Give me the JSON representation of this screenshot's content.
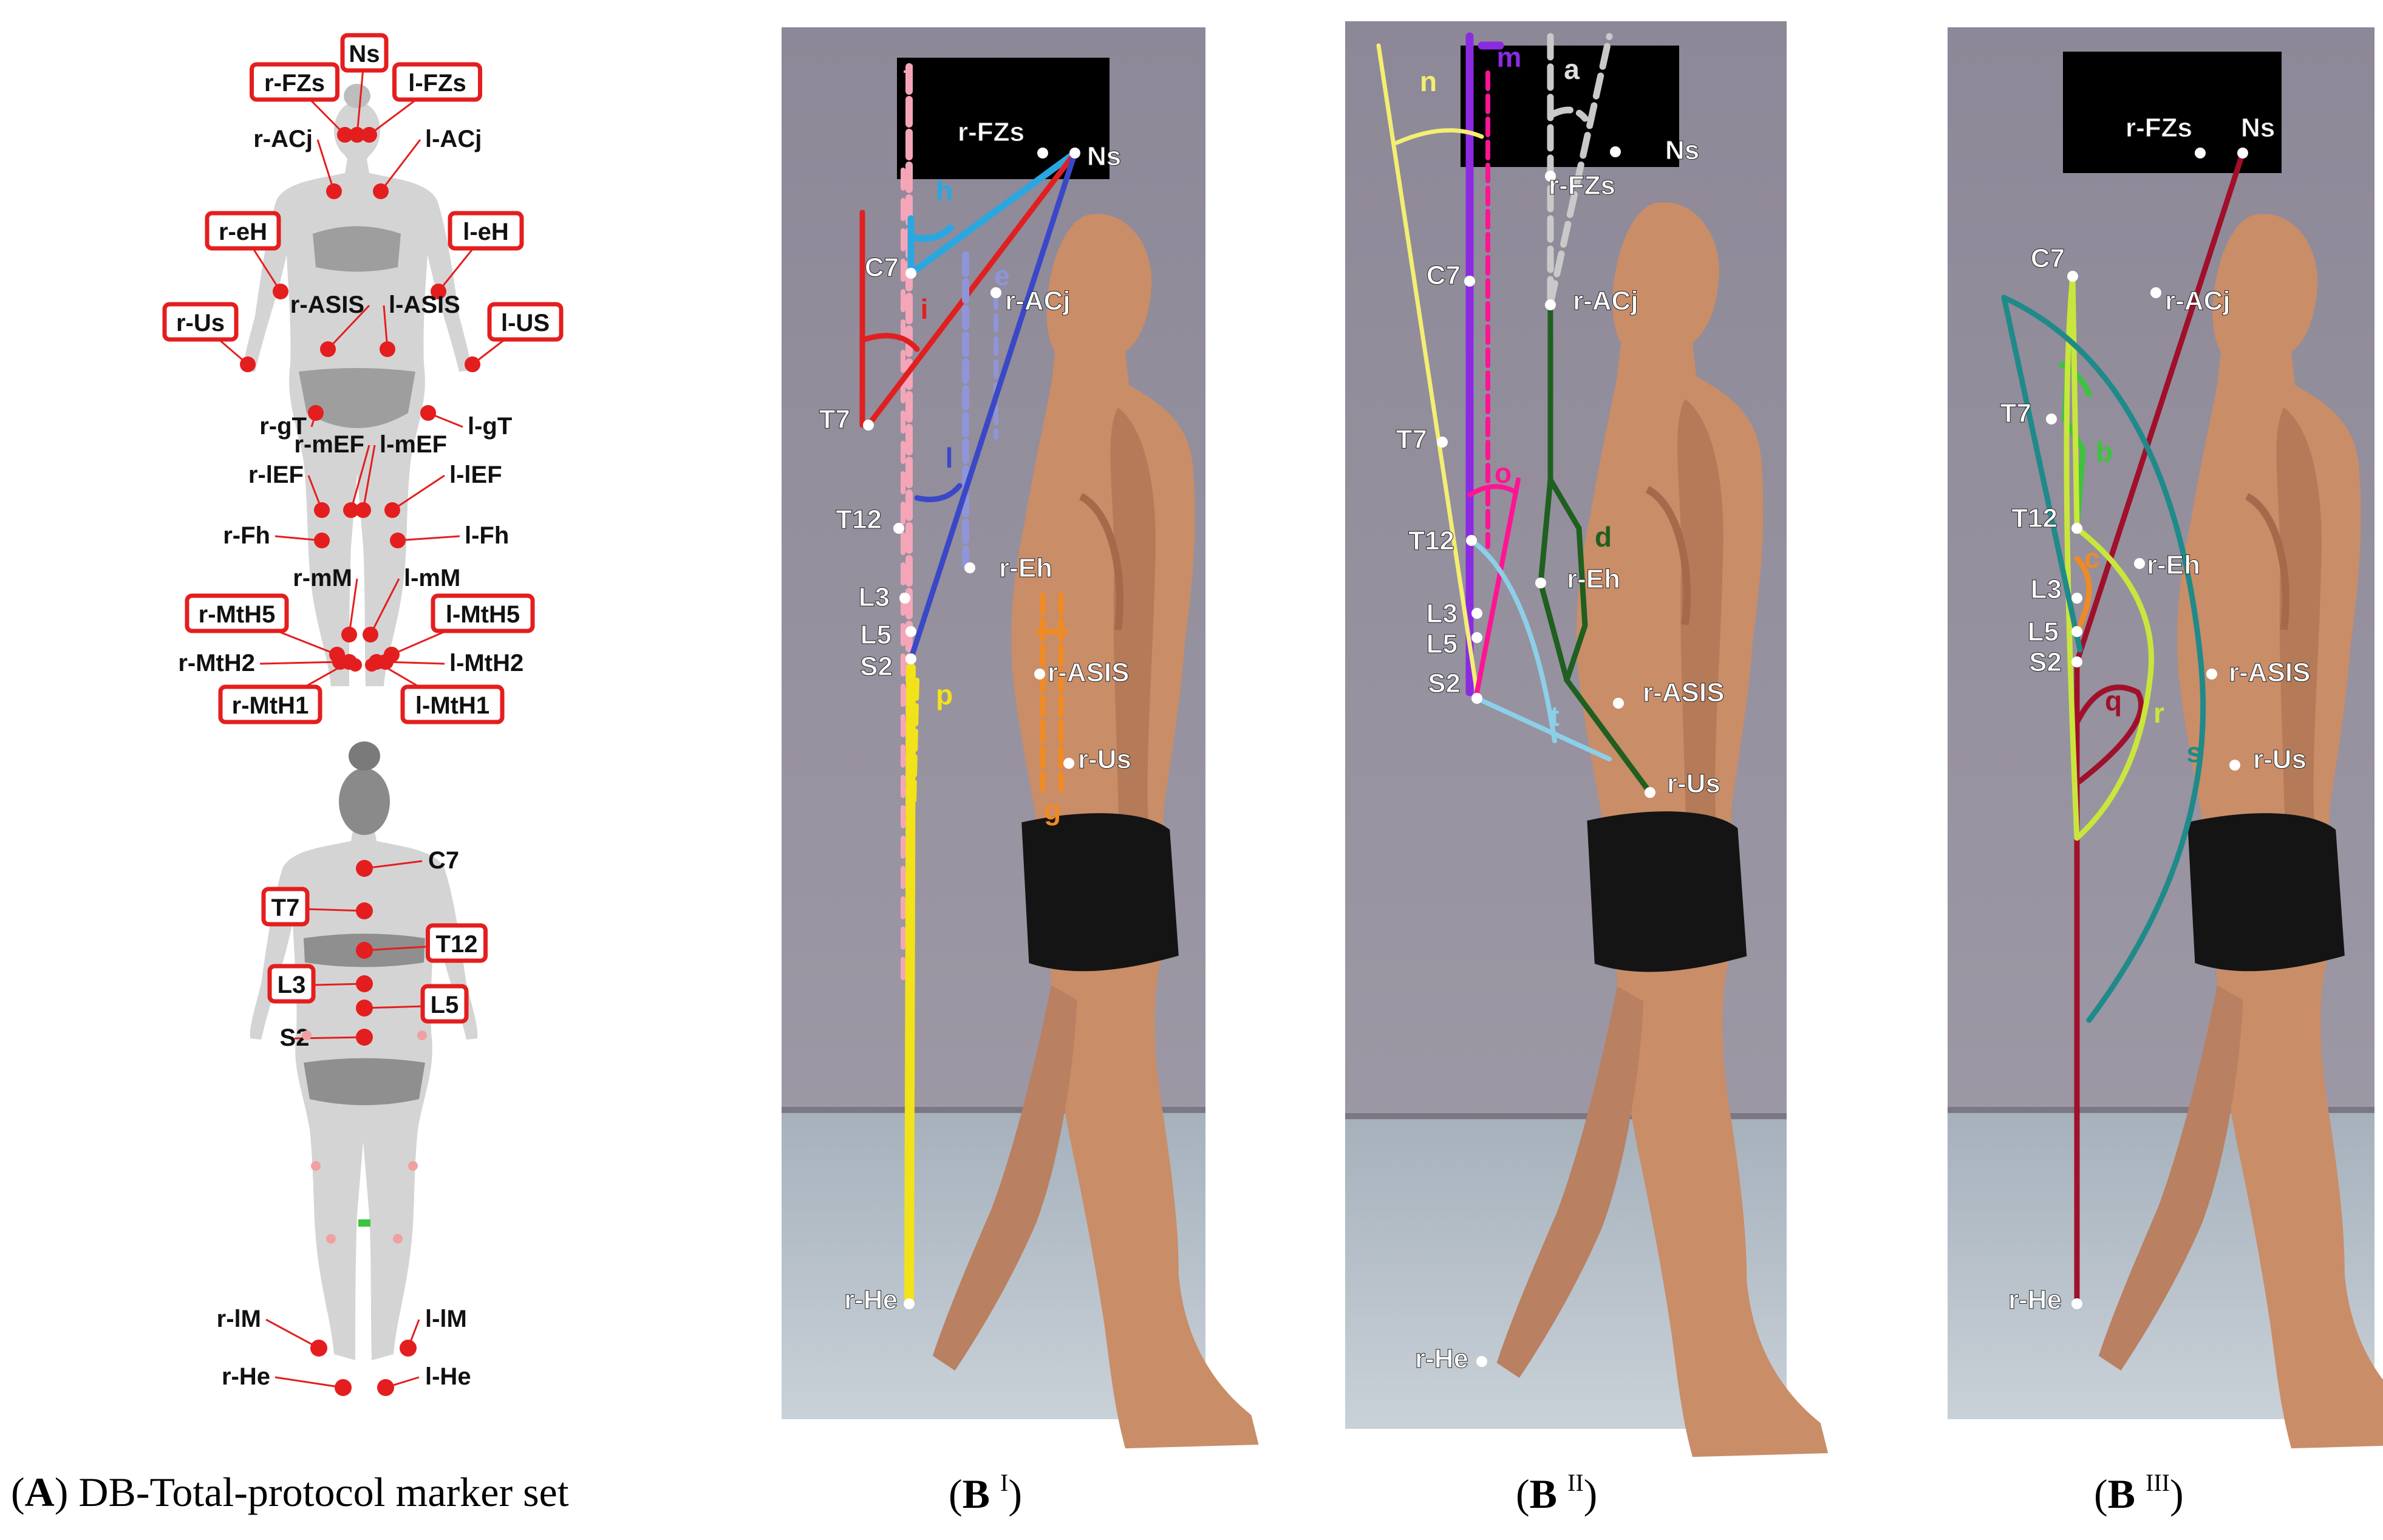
{
  "panel_a": {
    "front_markers": [
      {
        "id": "Ns",
        "label": "Ns",
        "boxed": true,
        "side": "c"
      },
      {
        "id": "r-FZs",
        "label": "r-FZs",
        "boxed": true,
        "side": "r"
      },
      {
        "id": "l-FZs",
        "label": "l-FZs",
        "boxed": true,
        "side": "l"
      },
      {
        "id": "r-ACj",
        "label": "r-ACj",
        "boxed": false,
        "side": "r"
      },
      {
        "id": "l-ACj",
        "label": "l-ACj",
        "boxed": false,
        "side": "l"
      },
      {
        "id": "r-eH",
        "label": "r-eH",
        "boxed": true,
        "side": "r"
      },
      {
        "id": "l-eH",
        "label": "l-eH",
        "boxed": true,
        "side": "l"
      },
      {
        "id": "r-ASIS",
        "label": "r-ASIS",
        "boxed": false,
        "side": "r"
      },
      {
        "id": "l-ASIS",
        "label": "l-ASIS",
        "boxed": false,
        "side": "l"
      },
      {
        "id": "r-Us",
        "label": "r-Us",
        "boxed": true,
        "side": "r"
      },
      {
        "id": "l-US",
        "label": "l-US",
        "boxed": true,
        "side": "l"
      },
      {
        "id": "r-gT",
        "label": "r-gT",
        "boxed": false,
        "side": "r"
      },
      {
        "id": "l-gT",
        "label": "l-gT",
        "boxed": false,
        "side": "l"
      },
      {
        "id": "r-mEF",
        "label": "r-mEF",
        "boxed": false,
        "side": "r"
      },
      {
        "id": "l-mEF",
        "label": "l-mEF",
        "boxed": false,
        "side": "l"
      },
      {
        "id": "r-lEF",
        "label": "r-lEF",
        "boxed": false,
        "side": "r"
      },
      {
        "id": "l-lEF",
        "label": "l-lEF",
        "boxed": false,
        "side": "l"
      },
      {
        "id": "r-Fh",
        "label": "r-Fh",
        "boxed": false,
        "side": "r"
      },
      {
        "id": "l-Fh",
        "label": "l-Fh",
        "boxed": false,
        "side": "l"
      },
      {
        "id": "r-mM",
        "label": "r-mM",
        "boxed": false,
        "side": "r"
      },
      {
        "id": "l-mM",
        "label": "l-mM",
        "boxed": false,
        "side": "l"
      },
      {
        "id": "r-MtH5",
        "label": "r-MtH5",
        "boxed": true,
        "side": "r"
      },
      {
        "id": "l-MtH5",
        "label": "l-MtH5",
        "boxed": true,
        "side": "l"
      },
      {
        "id": "r-MtH2",
        "label": "r-MtH2",
        "boxed": false,
        "side": "r"
      },
      {
        "id": "l-MtH2",
        "label": "l-MtH2",
        "boxed": false,
        "side": "l"
      },
      {
        "id": "r-MtH1",
        "label": "r-MtH1",
        "boxed": true,
        "side": "r"
      },
      {
        "id": "l-MtH1",
        "label": "l-MtH1",
        "boxed": true,
        "side": "l"
      }
    ],
    "back_markers": [
      {
        "id": "C7",
        "label": "C7",
        "boxed": false
      },
      {
        "id": "T7",
        "label": "T7",
        "boxed": true
      },
      {
        "id": "T12",
        "label": "T12",
        "boxed": true
      },
      {
        "id": "L3",
        "label": "L3",
        "boxed": true
      },
      {
        "id": "L5",
        "label": "L5",
        "boxed": true
      },
      {
        "id": "S2",
        "label": "S2",
        "boxed": false
      },
      {
        "id": "r-lM",
        "label": "r-lM",
        "boxed": false
      },
      {
        "id": "l-lM",
        "label": "l-lM",
        "boxed": false
      },
      {
        "id": "r-He",
        "label": "r-He",
        "boxed": false
      },
      {
        "id": "l-He",
        "label": "l-He",
        "boxed": false
      }
    ],
    "caption_letter": "A",
    "caption_text": " DB-Total-protocol marker set"
  },
  "panel_b1": {
    "markers": [
      "r-FZs",
      "Ns",
      "C7",
      "r-ACj",
      "T7",
      "T12",
      "r-Eh",
      "L3",
      "L5",
      "S2",
      "r-ASIS",
      "r-Us",
      "r-He"
    ],
    "parameters": [
      {
        "letter": "f",
        "color": "#f4a6b8"
      },
      {
        "letter": "h",
        "color": "#2aa7e0"
      },
      {
        "letter": "i",
        "color": "#e02020"
      },
      {
        "letter": "e",
        "color": "#8f95d8"
      },
      {
        "letter": "l",
        "color": "#3a48c8"
      },
      {
        "letter": "p",
        "color": "#f2e21a"
      },
      {
        "letter": "g",
        "color": "#f08a24"
      }
    ],
    "caption_letter": "B",
    "caption_super": "I"
  },
  "panel_b2": {
    "markers": [
      "Ns",
      "r-FZs",
      "C7",
      "r-ACj",
      "T7",
      "T12",
      "r-Eh",
      "L3",
      "L5",
      "S2",
      "r-ASIS",
      "r-Us",
      "r-He"
    ],
    "parameters": [
      {
        "letter": "m",
        "color": "#8a2be2"
      },
      {
        "letter": "a",
        "color": "#c9c9c9"
      },
      {
        "letter": "n",
        "color": "#f4ee72"
      },
      {
        "letter": "o",
        "color": "#ff1493"
      },
      {
        "letter": "d",
        "color": "#1f5f1f"
      },
      {
        "letter": "t",
        "color": "#8ccfe8"
      }
    ],
    "caption_letter": "B",
    "caption_super": "II"
  },
  "panel_b3": {
    "markers": [
      "r-FZs",
      "Ns",
      "C7",
      "r-ACj",
      "T7",
      "T12",
      "r-Eh",
      "L3",
      "L5",
      "S2",
      "r-ASIS",
      "r-Us",
      "r-He"
    ],
    "parameters": [
      {
        "letter": "b",
        "color": "#3cc43c"
      },
      {
        "letter": "c",
        "color": "#f08a24"
      },
      {
        "letter": "q",
        "color": "#a0102a"
      },
      {
        "letter": "r",
        "color": "#c8e63c"
      },
      {
        "letter": "s",
        "color": "#1f8a8a"
      }
    ],
    "caption_letter": "B",
    "caption_super": "III"
  },
  "colors": {
    "marker_red": "#e41e1e",
    "box_red": "#e41e1e",
    "wall": "#8f8a98",
    "floor": "#b9c3cc",
    "skin": "#c98d68",
    "shorts": "#141414",
    "icon_body": "#d4d4d4"
  }
}
